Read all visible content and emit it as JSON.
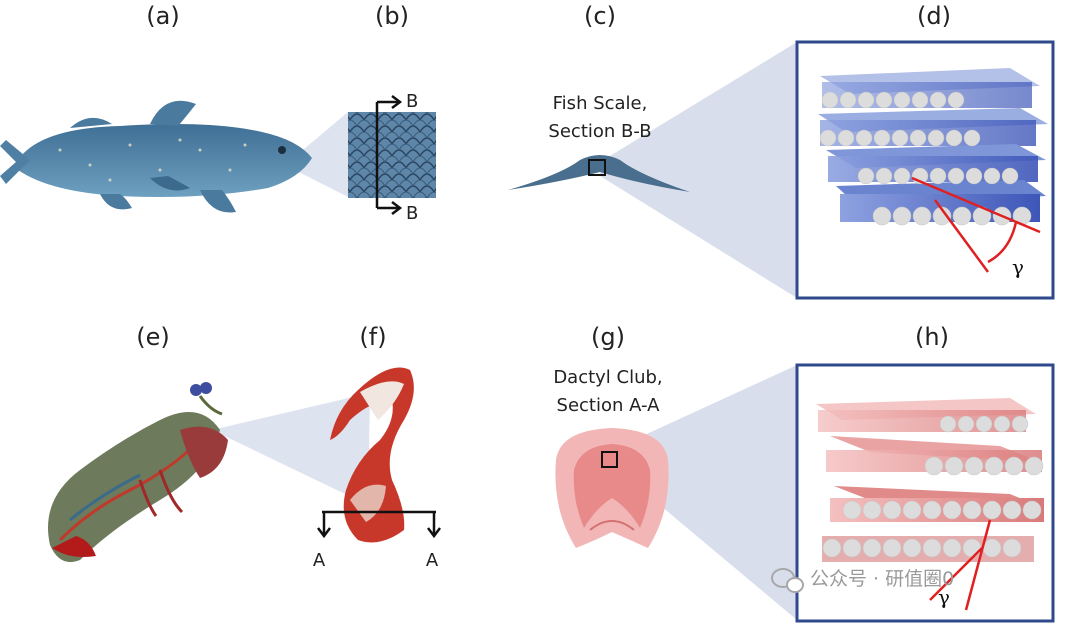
{
  "panels": {
    "a": "(a)",
    "b": "(b)",
    "c": "(c)",
    "d": "(d)",
    "e": "(e)",
    "f": "(f)",
    "g": "(g)",
    "h": "(h)"
  },
  "section_markers": {
    "b_top": "B",
    "b_bottom": "B",
    "f_left": "A",
    "f_right": "A"
  },
  "captions": {
    "fish_line1": "Fish Scale,",
    "fish_line2": "Section B-B",
    "dactyl_line1": "Dactyl Club,",
    "dactyl_line2": "Section A-A"
  },
  "angle_labels": {
    "d": "γ",
    "h": "γ"
  },
  "watermark": "公众号 · 研值圈0",
  "colors": {
    "frame": "#2e4a8c",
    "fiber_blue": "#5a73c8",
    "fiber_pink": "#e99a9a",
    "fiber_end": "#d8d8d8",
    "angle_line": "#e02020",
    "projection": "#ccd3e6"
  }
}
